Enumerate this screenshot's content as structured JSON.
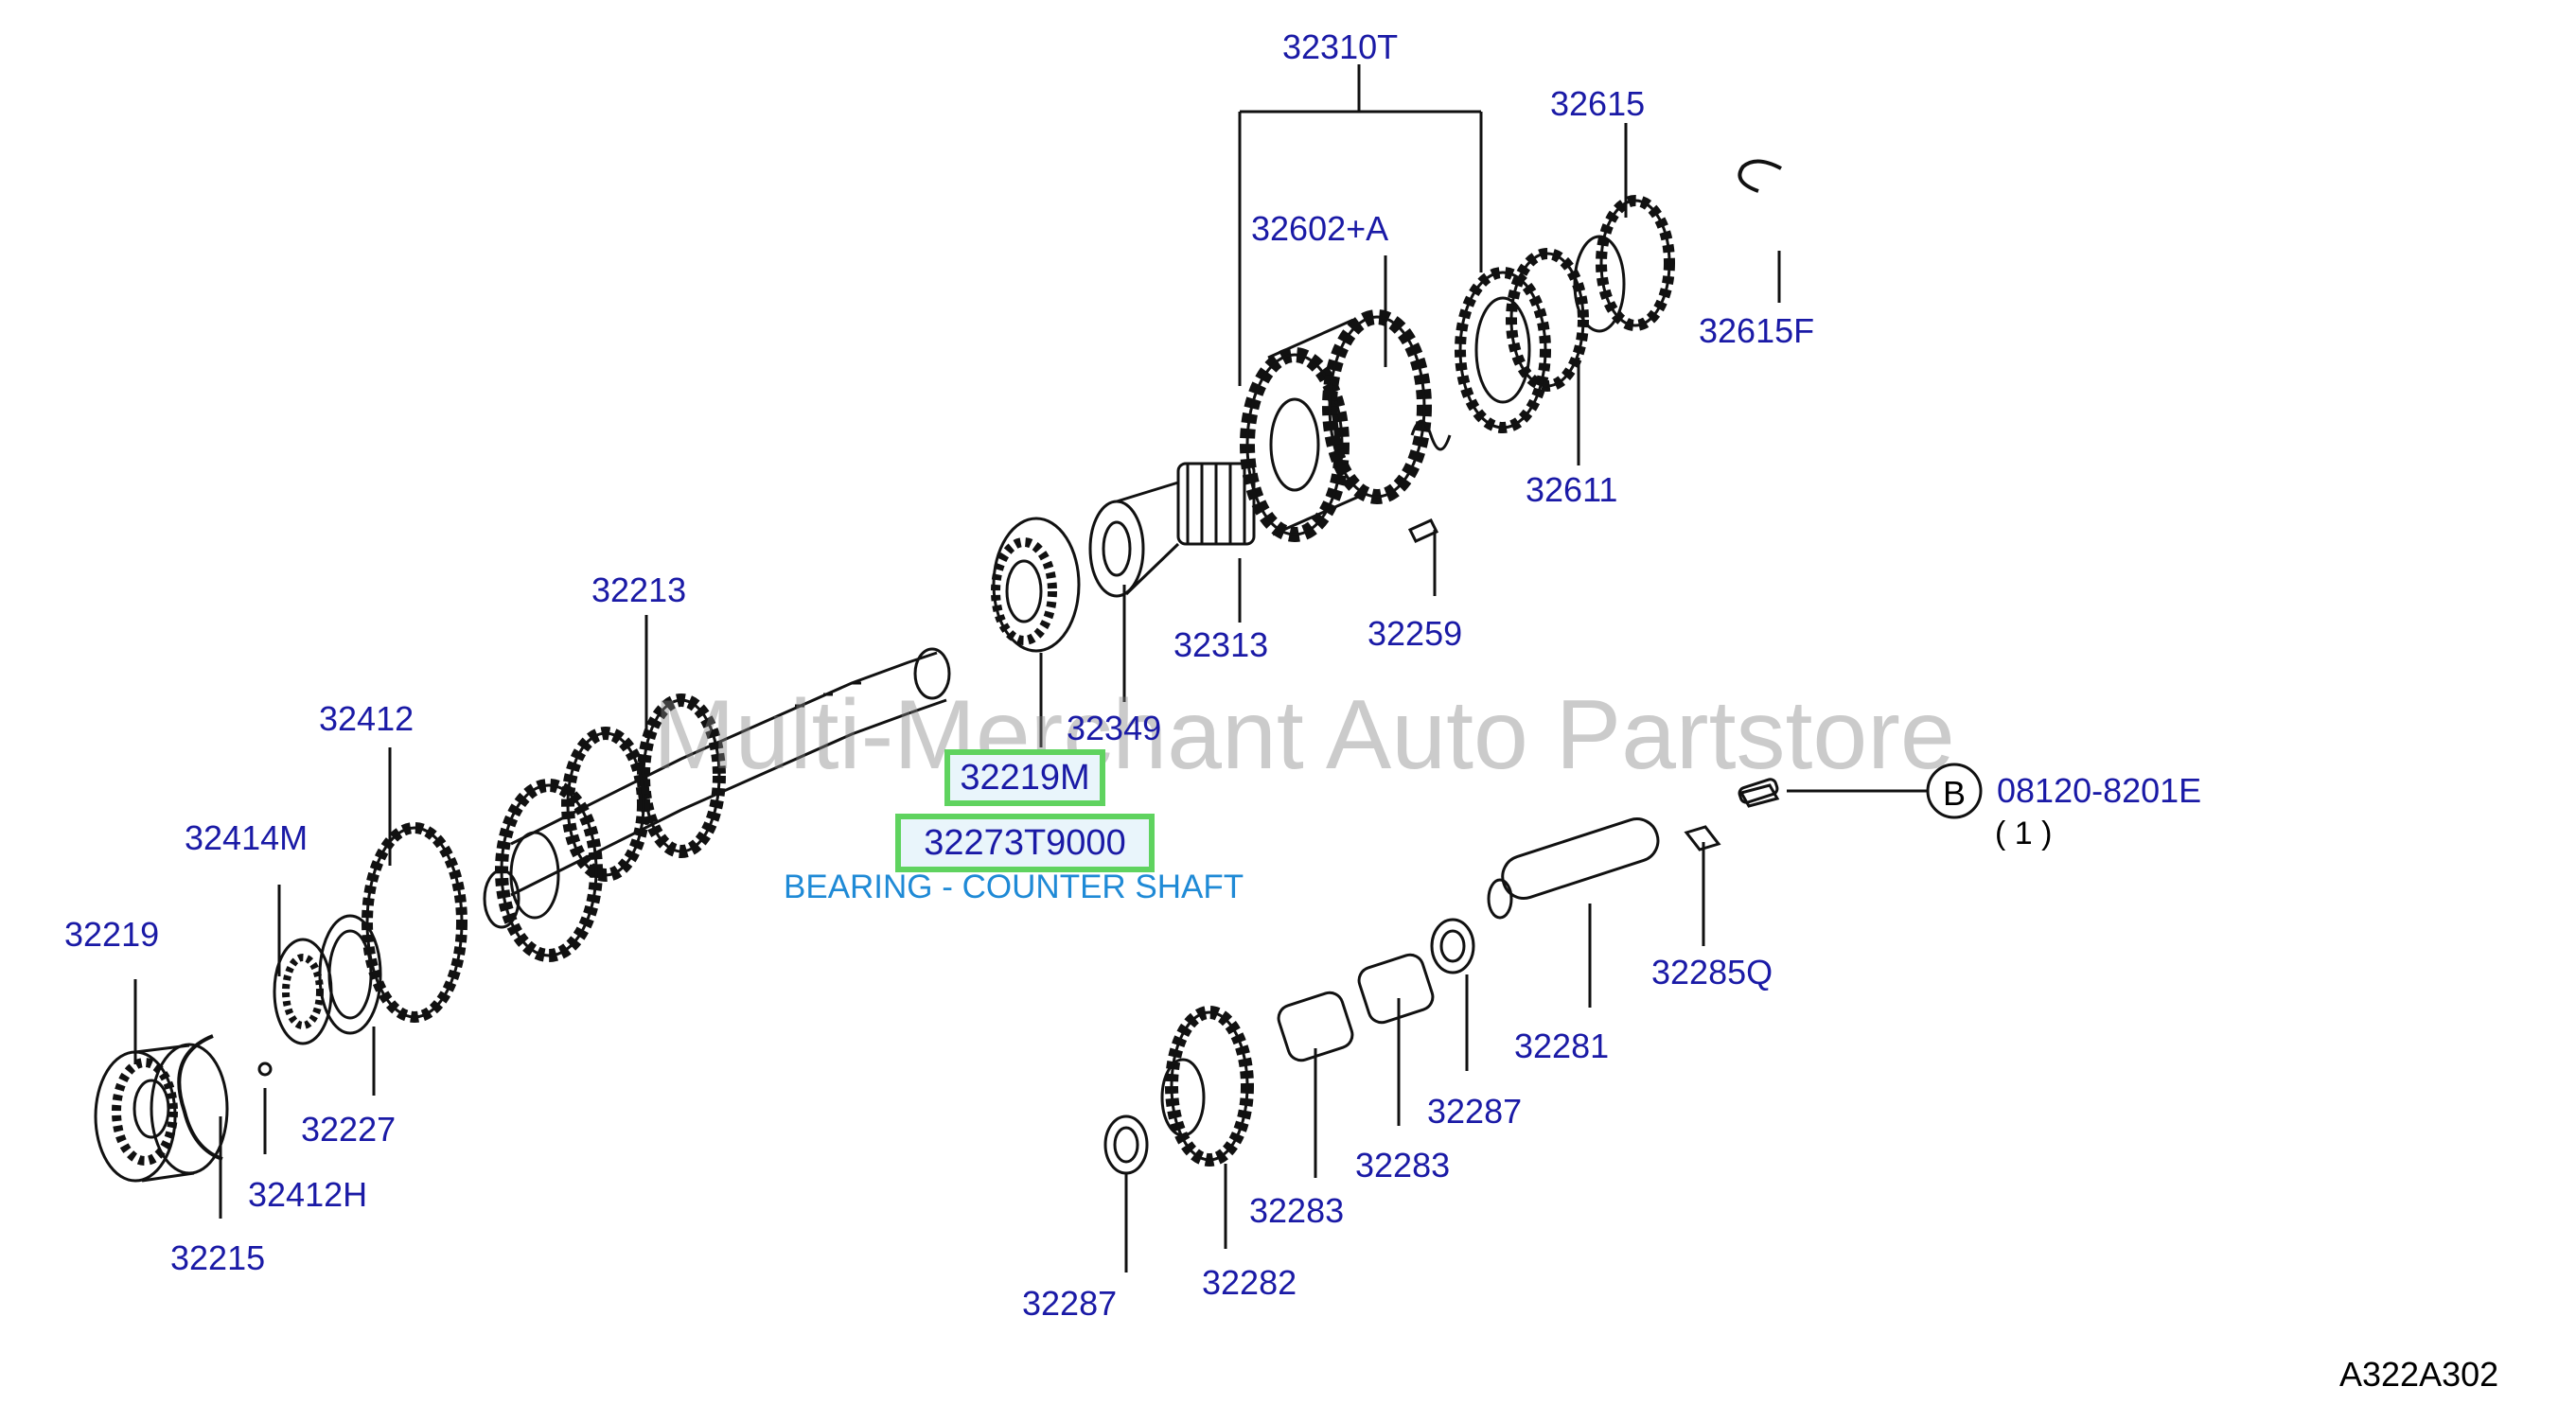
{
  "diagram": {
    "code": "A322A302",
    "watermark": "Multi-Merchant Auto Partstore",
    "description": "BEARING - COUNTER SHAFT",
    "highlighted": [
      "32219M",
      "32273T9000"
    ],
    "callout": {
      "letter": "B",
      "part": "08120-8201E",
      "qty": "( 1 )"
    },
    "labels": {
      "p32310T": "32310T",
      "p32615": "32615",
      "p32602A": "32602+A",
      "p32615F": "32615F",
      "p32611": "32611",
      "p32213": "32213",
      "p32313": "32313",
      "p32259": "32259",
      "p32349": "32349",
      "p32412": "32412",
      "p32414M": "32414M",
      "p32219": "32219",
      "p32227": "32227",
      "p32412H": "32412H",
      "p32215": "32215",
      "p32285Q": "32285Q",
      "p32281": "32281",
      "p32287a": "32287",
      "p32283a": "32283",
      "p32283b": "32283",
      "p32287b": "32287",
      "p32282": "32282"
    }
  }
}
